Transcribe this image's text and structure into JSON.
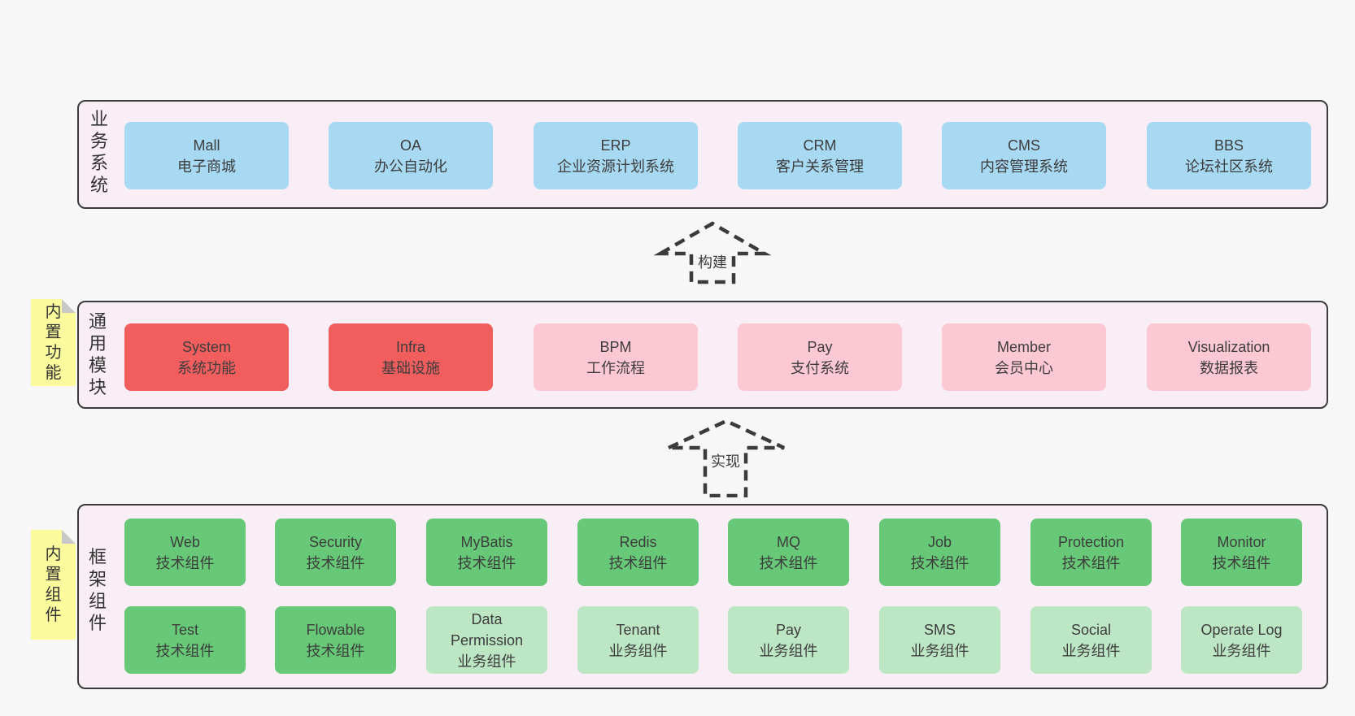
{
  "colors": {
    "page_bg": "#f7f7f7",
    "section_bg": "#f9edf6",
    "section_border": "#3b3b3b",
    "box_blue": "#a8d9f2",
    "box_red": "#f25e5e",
    "box_pink": "#fcc8d3",
    "box_green_dark": "#67c877",
    "box_green_light": "#bce6c4",
    "sticky_yellow": "#fbfb9d",
    "sticky_fold": "#c8c8c8",
    "text": "#3d3d3d"
  },
  "diagram": {
    "business": {
      "label": "业务系统",
      "items": [
        {
          "title": "Mall",
          "subtitle": "电子商城"
        },
        {
          "title": "OA",
          "subtitle": "办公自动化"
        },
        {
          "title": "ERP",
          "subtitle": "企业资源计划系统"
        },
        {
          "title": "CRM",
          "subtitle": "客户关系管理"
        },
        {
          "title": "CMS",
          "subtitle": "内容管理系统"
        },
        {
          "title": "BBS",
          "subtitle": "论坛社区系统"
        }
      ]
    },
    "modules": {
      "label": "通用模块",
      "sticky": "内置功能",
      "items": [
        {
          "title": "System",
          "subtitle": "系统功能"
        },
        {
          "title": "Infra",
          "subtitle": "基础设施"
        },
        {
          "title": "BPM",
          "subtitle": "工作流程"
        },
        {
          "title": "Pay",
          "subtitle": "支付系统"
        },
        {
          "title": "Member",
          "subtitle": "会员中心"
        },
        {
          "title": "Visualization",
          "subtitle": "数据报表"
        }
      ]
    },
    "framework": {
      "label": "框架组件",
      "sticky": "内置组件",
      "row1": [
        {
          "title": "Web",
          "subtitle": "技术组件"
        },
        {
          "title": "Security",
          "subtitle": "技术组件"
        },
        {
          "title": "MyBatis",
          "subtitle": "技术组件"
        },
        {
          "title": "Redis",
          "subtitle": "技术组件"
        },
        {
          "title": "MQ",
          "subtitle": "技术组件"
        },
        {
          "title": "Job",
          "subtitle": "技术组件"
        },
        {
          "title": "Protection",
          "subtitle": "技术组件"
        },
        {
          "title": "Monitor",
          "subtitle": "技术组件"
        }
      ],
      "row2": [
        {
          "title": "Test",
          "subtitle": "技术组件"
        },
        {
          "title": "Flowable",
          "subtitle": "技术组件"
        },
        {
          "title": "Data Permission",
          "subtitle": "业务组件"
        },
        {
          "title": "Tenant",
          "subtitle": "业务组件"
        },
        {
          "title": "Pay",
          "subtitle": "业务组件"
        },
        {
          "title": "SMS",
          "subtitle": "业务组件"
        },
        {
          "title": "Social",
          "subtitle": "业务组件"
        },
        {
          "title": "Operate Log",
          "subtitle": "业务组件"
        }
      ]
    },
    "arrows": [
      {
        "label": "构建"
      },
      {
        "label": "实现"
      }
    ]
  }
}
